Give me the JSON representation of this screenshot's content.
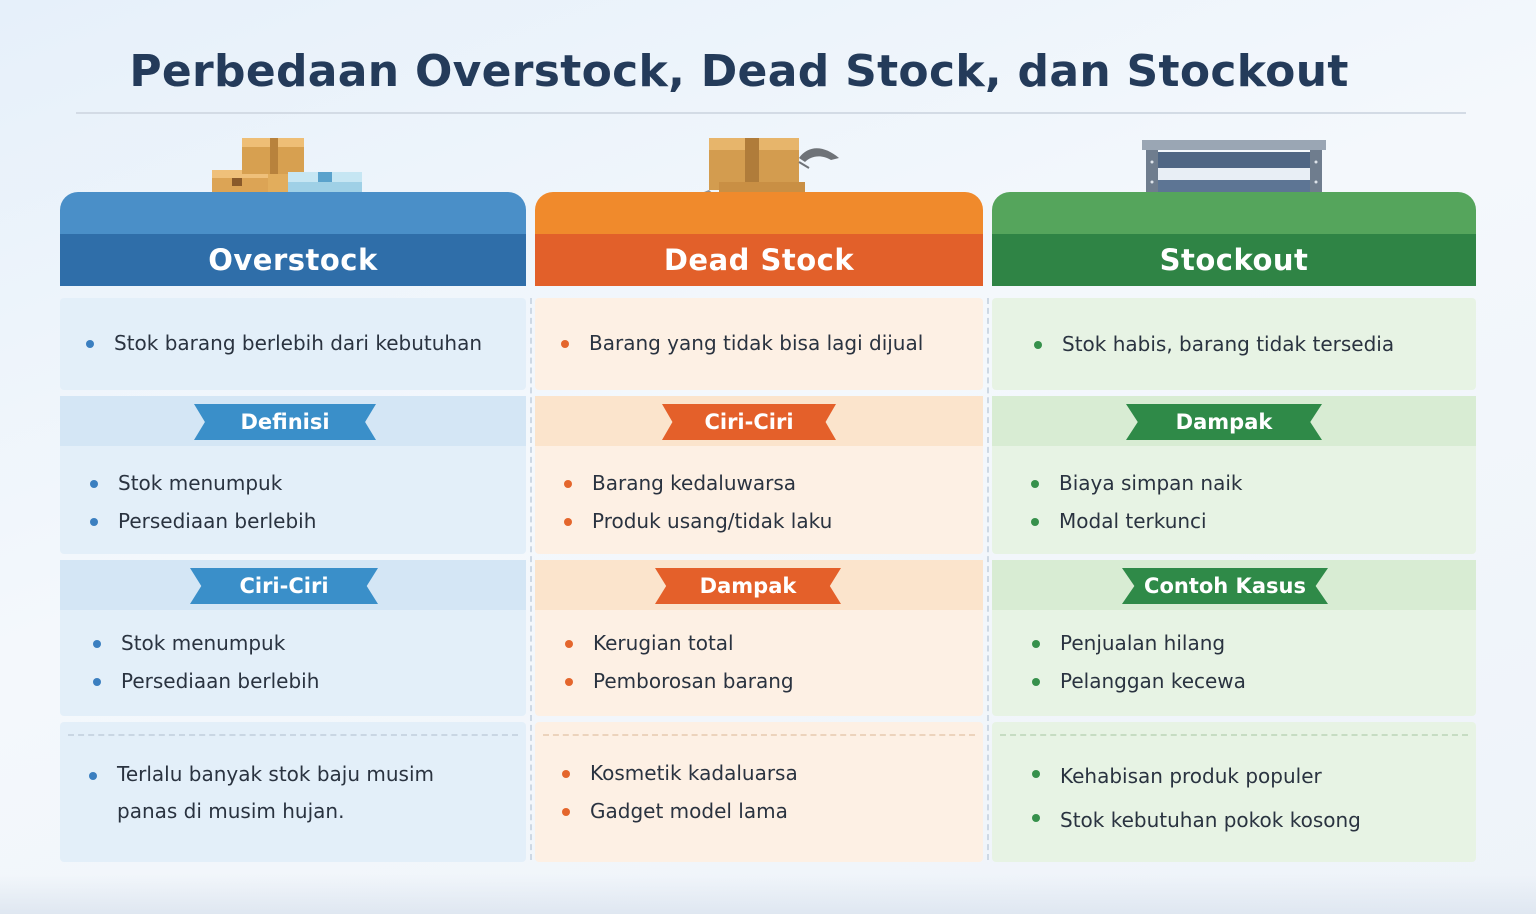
{
  "title": "Perbedaan Overstock, Dead Stock, dan Stockout",
  "colors": {
    "overstock": "#2f6ea9",
    "dead_stock": "#e2602a",
    "stockout": "#2f8445"
  },
  "columns": {
    "overstock": {
      "header": "Overstock",
      "icon": "stacked-boxes-icon",
      "intro": [
        "Stok barang berlebih dari kebutuhan"
      ],
      "section1": {
        "label": "Definisi",
        "items": [
          "Stok menumpuk",
          "Persediaan berlebih"
        ]
      },
      "section2": {
        "label": "Ciri-Ciri",
        "items": [
          "Stok menumpuk",
          "Persediaan berlebih"
        ]
      },
      "section3": {
        "items": [
          "Terlalu banyak stok baju musim panas di musim hujan."
        ]
      }
    },
    "dead_stock": {
      "header": "Dead Stock",
      "icon": "damaged-box-icon",
      "intro": [
        "Barang yang tidak bisa lagi dijual"
      ],
      "section1": {
        "label": "Ciri-Ciri",
        "items": [
          "Barang kedaluwarsa",
          "Produk usang/tidak laku"
        ]
      },
      "section2": {
        "label": "Dampak",
        "items": [
          "Kerugian total",
          "Pemborosan barang"
        ]
      },
      "section3": {
        "items": [
          "Kosmetik kadaluarsa",
          "Gadget model lama"
        ]
      }
    },
    "stockout": {
      "header": "Stockout",
      "icon": "empty-shelf-icon",
      "intro": [
        "Stok habis, barang tidak tersedia"
      ],
      "section1": {
        "label": "Dampak",
        "items": [
          "Biaya simpan naik",
          "Modal terkunci"
        ]
      },
      "section2": {
        "label": "Contoh Kasus",
        "items": [
          "Penjualan hilang",
          "Pelanggan kecewa"
        ]
      },
      "section3": {
        "items": [
          "Kehabisan produk populer",
          "Stok kebutuhan pokok kosong"
        ]
      }
    }
  }
}
